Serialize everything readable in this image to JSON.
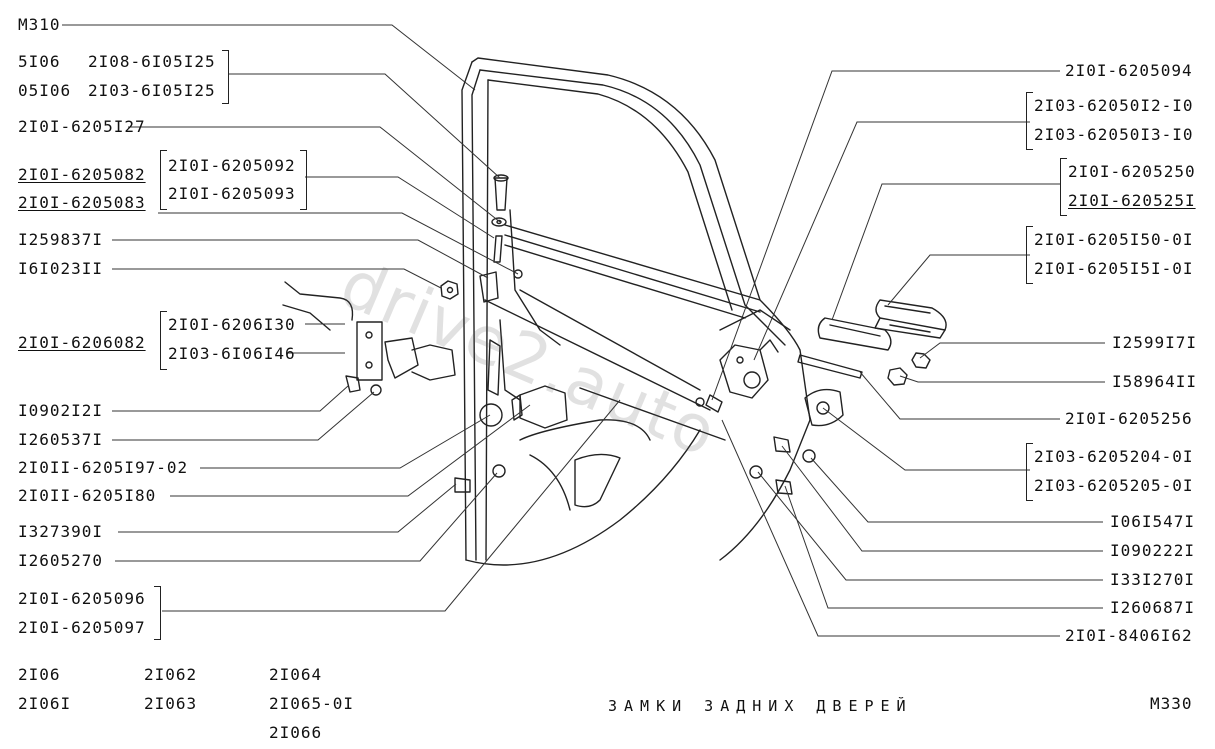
{
  "diagram": {
    "title": "ЗАМКИ ЗАДНИХ ДВЕРЕЙ",
    "code": "М330",
    "watermark": "drive2.auto"
  },
  "left_labels": [
    "М310",
    "5I06",
    "2I08-6I05I25",
    "05I06",
    "2I03-6I05I25",
    "2I0I-6205I27",
    "2I0I-6205082",
    "2I0I-6205083",
    "2I0I-6205092",
    "2I0I-6205093",
    "I259837I",
    "I6I023II",
    "2I0I-6206I30",
    "2I03-6I06I46",
    "2I0I-6206082",
    "I0902I2I",
    "I260537I",
    "2I0II-6205I97-02",
    "2I0II-6205I80",
    "I327390I",
    "I2605270",
    "2I0I-6205096",
    "2I0I-6205097"
  ],
  "right_labels": [
    "2I0I-6205094",
    "2I03-62050I2-I0",
    "2I03-62050I3-I0",
    "2I0I-6205250",
    "2I0I-620525I",
    "2I0I-6205I50-0I",
    "2I0I-6205I5I-0I",
    "I2599I7I",
    "I58964II",
    "2I0I-6205256",
    "2I03-6205204-0I",
    "2I03-6205205-0I",
    "I06I547I",
    "I090222I",
    "I33I270I",
    "I260687I",
    "2I0I-8406I62"
  ],
  "models": [
    "2I06",
    "2I06I",
    "2I062",
    "2I063",
    "2I064",
    "2I065-0I",
    "2I066"
  ]
}
